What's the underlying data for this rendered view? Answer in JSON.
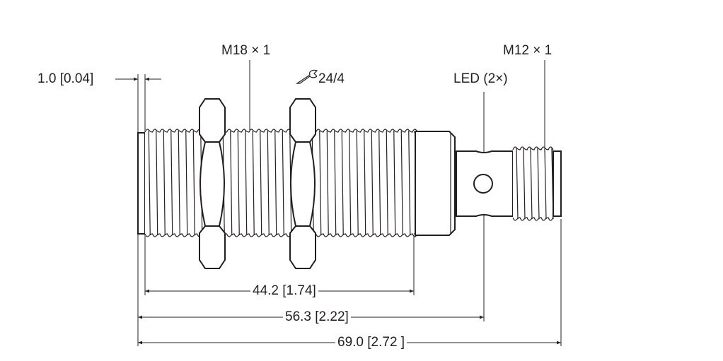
{
  "title": "Sensor dimensional drawing",
  "labels": {
    "thread_main": "M18 × 1",
    "thread_connector": "M12 × 1",
    "wrench_size": "24/4",
    "led": "LED (2×)",
    "tip_offset": "1.0 [0.04]"
  },
  "dimensions": {
    "thread_length": "44.2 [1.74]",
    "led_position": "56.3 [2.22]",
    "overall_length": "69.0 [2.72 ]"
  },
  "icons": {
    "wrench": "wrench-icon"
  }
}
